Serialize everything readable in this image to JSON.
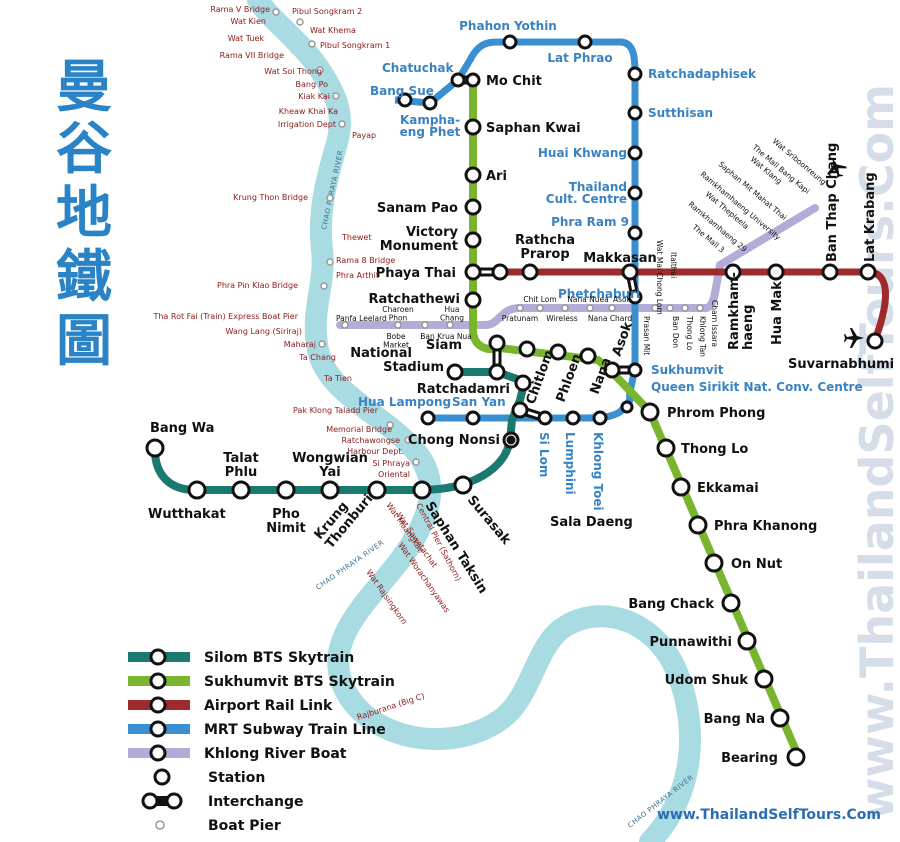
{
  "title_chinese": "曼谷地鐵圖",
  "watermark": "www.ThailandSelfTours.Com",
  "website": "www.ThailandSelfTours.Com",
  "colors": {
    "silom": "#1b7a6f",
    "sukhumvit": "#79b52e",
    "airport": "#9e2a2b",
    "mrt": "#3a8fd1",
    "boat": "#b3acd9",
    "river": "#a9dbe3",
    "title": "#2a83c6",
    "blue_text": "#3a83c2",
    "pier_text": "#8b1a1a"
  },
  "river_labels": [
    "CHAO PHRAYA RIVER",
    "CHAO PHRAYA RIVER",
    "CHAO PHRAYA RIVER"
  ],
  "legend": [
    {
      "label": "Silom BTS Skytrain",
      "symbol": "line",
      "color": "silom"
    },
    {
      "label": "Sukhumvit BTS Skytrain",
      "symbol": "line",
      "color": "sukhumvit"
    },
    {
      "label": "Airport Rail Link",
      "symbol": "line",
      "color": "airport"
    },
    {
      "label": "MRT Subway Train Line",
      "symbol": "line",
      "color": "mrt"
    },
    {
      "label": "Khlong River Boat",
      "symbol": "line",
      "color": "boat"
    },
    {
      "label": "Station",
      "symbol": "station"
    },
    {
      "label": "Interchange",
      "symbol": "interchange"
    },
    {
      "label": "Boat Pier",
      "symbol": "pier"
    }
  ],
  "bts_stations": {
    "mo_chit": "Mo Chit",
    "saphan_kwai": "Saphan Kwai",
    "ari": "Ari",
    "sanam_pao": "Sanam Pao",
    "victory_1": "Victory",
    "victory_2": "Monument",
    "phaya_thai": "Phaya Thai",
    "ratchathewi": "Ratchathewi",
    "siam": "Siam",
    "national_1": "National",
    "national_2": "Stadium",
    "ratchadamri": "Ratchadamri",
    "chong_nonsi": "Chong Nonsi",
    "bang_wa": "Bang Wa",
    "wutthakat": "Wutthakat",
    "talat_1": "Talat",
    "talat_2": "Phlu",
    "wongwian_1": "Wongwian",
    "wongwian_2": "Yai",
    "pho_1": "Pho",
    "pho_2": "Nimit",
    "krung_thonburi": "Krung\nThonburi",
    "saphan_taksin": "Saphan Taksin",
    "surasak": "Surasak",
    "sala_daeng": "Sala Daeng",
    "chitlom": "Chitlom",
    "phloen": "Phloen",
    "nana": "Nana",
    "asok": "Asok",
    "phrom_phong": "Phrom Phong",
    "thong_lo": "Thong Lo",
    "ekkamai": "Ekkamai",
    "phra_khanong": "Phra Khanong",
    "on_nut": "On Nut",
    "bang_chack": "Bang Chack",
    "punnawithi": "Punnawithi",
    "udom_shuk": "Udom Shuk",
    "bang_na": "Bang Na",
    "bearing": "Bearing"
  },
  "airport_stations": {
    "rathcha_1": "Rathcha",
    "rathcha_2": "Prarop",
    "makkasan": "Makkasan",
    "ramkham_1": "Ramkham-",
    "ramkham_2": "haeng",
    "hua_mak": "Hua Mak",
    "ban_thap_chang": "Ban Thap Chang",
    "lat_krabang": "Lat Krabang",
    "suvarnabhumi": "Suvarnabhumi"
  },
  "mrt_stations": {
    "phahon_yothin": "Phahon Yothin",
    "lat_phrao": "Lat Phrao",
    "ratchadaphisek": "Ratchadaphisek",
    "sutthisan": "Sutthisan",
    "huai_khwang": "Huai Khwang",
    "thailand_1": "Thailand",
    "thailand_2": "Cult. Centre",
    "phra_ram_9": "Phra Ram 9",
    "phetchaburi": "Phetchaburi",
    "sukhumvit": "Sukhumvit",
    "qsncc": "Queen Sirikit Nat. Conv. Centre",
    "chatuchak": "Chatuchak",
    "bang_sue": "Bang Sue",
    "kampha_1": "Kampha-",
    "kampha_2": "eng Phet",
    "hua_lampong": "Hua Lampong",
    "san_yan": "San Yan",
    "si_lom": "Si Lom",
    "lumphini": "Lumphini",
    "khlong_toei": "Khlong Toei"
  },
  "boat_piers_khlong": [
    "Panfa Leelard",
    "Charoen\nPhon",
    "Hua\nChang",
    "Bobe\nMarket",
    "Ban Krua Nua",
    "Pratunam",
    "Chit Lom",
    "Wireless",
    "Nana Nuea",
    "Nana Chard",
    "Asok",
    "Prasan Mit",
    "Wat Mai Chong Lom",
    "Italthai",
    "Ban Don",
    "Thong Lo",
    "Khlong Tan",
    "Charn Issara",
    "The Mall 3",
    "Ramkhamhaeng 29",
    "Wat Thepleela",
    "Ramkhamhaeng University",
    "Saphan Mit Mahat Thai",
    "Wat Klang",
    "The Mall Bang Kapi",
    "Wat Sriboonreung"
  ],
  "river_piers": [
    "Rama V Bridge",
    "Pibul Songkram 2",
    "Wat Kien",
    "Wat Khema",
    "Wat Tuek",
    "Pibul Songkram 1",
    "Rama VII Bridge",
    "Wat Soi Thong",
    "Bang Po",
    "Kiak Kai",
    "Kheaw Khai Ka",
    "Irrigation Dept",
    "Payap",
    "Krung Thon Bridge",
    "Thewet",
    "Rama 8 Bridge",
    "Phra Arthit",
    "Phra Pin Klao Bridge",
    "Tha Rot Fai (Train) Express Boat Pier",
    "Wang Lang (Siriraj)",
    "Maharaj",
    "Ta Chang",
    "Ta Tien",
    "Pak Klong Taladd Pier",
    "Memorial Bridge",
    "Ratchawongse",
    "Harbour Dept.",
    "Si Phraya",
    "Oriental",
    "Wat Muangkae",
    "Wat Sawetachat",
    "Central Pier (Sathorn)",
    "Wat Worachanyawas",
    "Wat Rajsingkorn",
    "Rajburana (Big C)"
  ]
}
